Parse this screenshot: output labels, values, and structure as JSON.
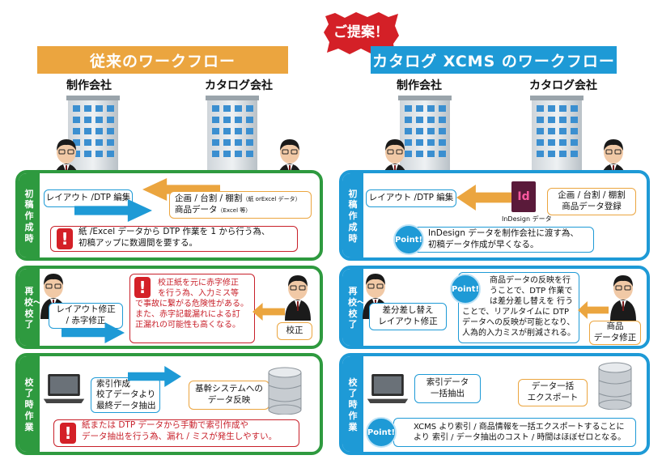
{
  "left": {
    "banner": "従来のワークフロー",
    "company_a": "制作会社",
    "company_b": "カタログ会社",
    "p1": {
      "tab": "初稿作成時",
      "box_a": "レイアウト /DTP 編集",
      "box_b_line1": "企画 / 台割 / 棚割",
      "box_b_small1": "（紙 orExcel データ）",
      "box_b_line2": "商品データ",
      "box_b_small2": "（Excel 等）",
      "warn_line1": "紙 /Excel データから DTP 作業を 1 から行う為、",
      "warn_line2": "初稿アップに数週間を要する。"
    },
    "p2": {
      "tab": "再校〜校了",
      "box_a_line1": "レイアウト修正",
      "box_a_line2": "/ 赤字修正",
      "box_b": "校正",
      "warn_l1": "校正紙を元に赤字修正",
      "warn_l2": "を行う為、入力ミス等",
      "warn_l3": "で事故に繋がる危険性がある。",
      "warn_l4": "また、赤字記載漏れによる訂",
      "warn_l5": "正漏れの可能性も高くなる。"
    },
    "p3": {
      "tab": "校了時作業",
      "box_a_line1": "索引作成",
      "box_a_line2": "校了データより",
      "box_a_line3": "最終データ抽出",
      "box_b_line1": "基幹システムへの",
      "box_b_line2": "データ反映",
      "warn_line1": "紙または DTP データから手動で索引作成や",
      "warn_line2": "データ抽出を行う為、漏れ / ミスが発生しやすい。"
    }
  },
  "right": {
    "callout": "ご提案！",
    "banner": "カタログ XCMS のワークフロー",
    "company_a": "制作会社",
    "company_b": "カタログ会社",
    "p1": {
      "tab": "初稿作成時",
      "box_a": "レイアウト /DTP 編集",
      "indesign_label": "InDesign データ",
      "indesign_icon": "Id",
      "box_b_line1": "企画 / 台割 / 棚割",
      "box_b_line2": "商品データ登録",
      "point": "Point!",
      "point_line1": "InDesign データを制作会社に渡す為、",
      "point_line2": "初稿データ作成が早くなる。"
    },
    "p2": {
      "tab": "再校〜校了",
      "box_a_line1": "差分差し替え",
      "box_a_line2": "レイアウト修正",
      "box_b_line1": "商品",
      "box_b_line2": "データ修正",
      "point": "Point!",
      "note_l1": "商品データの反映を行",
      "note_l2": "うことで、DTP 作業で",
      "note_l3": "は差分差し替えを 行う",
      "note_l4": "ことで、リアルタイムに DTP",
      "note_l5": "データへの反映が可能となり、",
      "note_l6": "人為的入力ミスが削減される。"
    },
    "p3": {
      "tab": "校了時作業",
      "box_a_line1": "索引データ",
      "box_a_line2": "一括抽出",
      "box_b_line1": "データ一括",
      "box_b_line2": "エクスポート",
      "point": "Point!",
      "point_line1": "XCMS より索引 / 商品情報を一括エクスポートすることに",
      "point_line2": "より 索引 / データ抽出のコスト / 時間はほぼゼロとなる。"
    }
  },
  "colors": {
    "green": "#2e9a3f",
    "blue": "#1e9ad6",
    "orange": "#eba53f",
    "red": "#d42027"
  }
}
